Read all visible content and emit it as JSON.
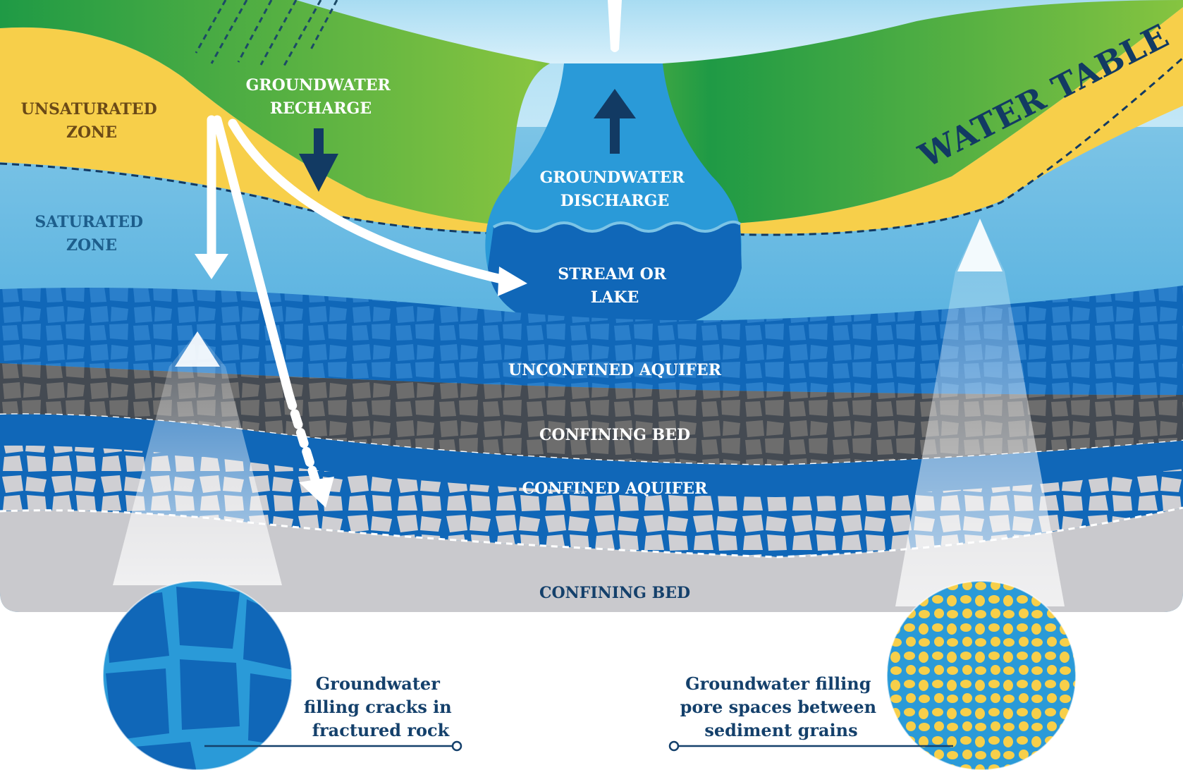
{
  "labels": {
    "unsaturated_zone": [
      "UNSATURATED",
      "ZONE"
    ],
    "saturated_zone": [
      "SATURATED",
      "ZONE"
    ],
    "groundwater_recharge": [
      "GROUNDWATER",
      "RECHARGE"
    ],
    "groundwater_discharge": [
      "GROUNDWATER",
      "DISCHARGE"
    ],
    "stream_or_lake": [
      "STREAM OR",
      "LAKE"
    ],
    "water_table": "WATER TABLE",
    "unconfined_aquifer": "UNCONFINED AQUIFER",
    "confining_bed_upper": "CONFINING BED",
    "confined_aquifer": "CONFINED AQUIFER",
    "confining_bed_lower": "CONFINING BED"
  },
  "captions": {
    "fractured_rock": [
      "Groundwater",
      "filling cracks in",
      "fractured rock"
    ],
    "sediment_grains": [
      "Groundwater filling",
      "pore spaces between",
      "sediment grains"
    ]
  },
  "colors": {
    "grass_dark": "#1f9a45",
    "grass_light": "#86c440",
    "unsaturated": "#f7cf4a",
    "saturated_top": "#7cc4e6",
    "saturated_bottom": "#2a9ad8",
    "aquifer_blue": "#1067b8",
    "confining_gray": "#5d5d5d",
    "confined_gray": "#c9c9cd",
    "navy_text": "#14406b"
  }
}
